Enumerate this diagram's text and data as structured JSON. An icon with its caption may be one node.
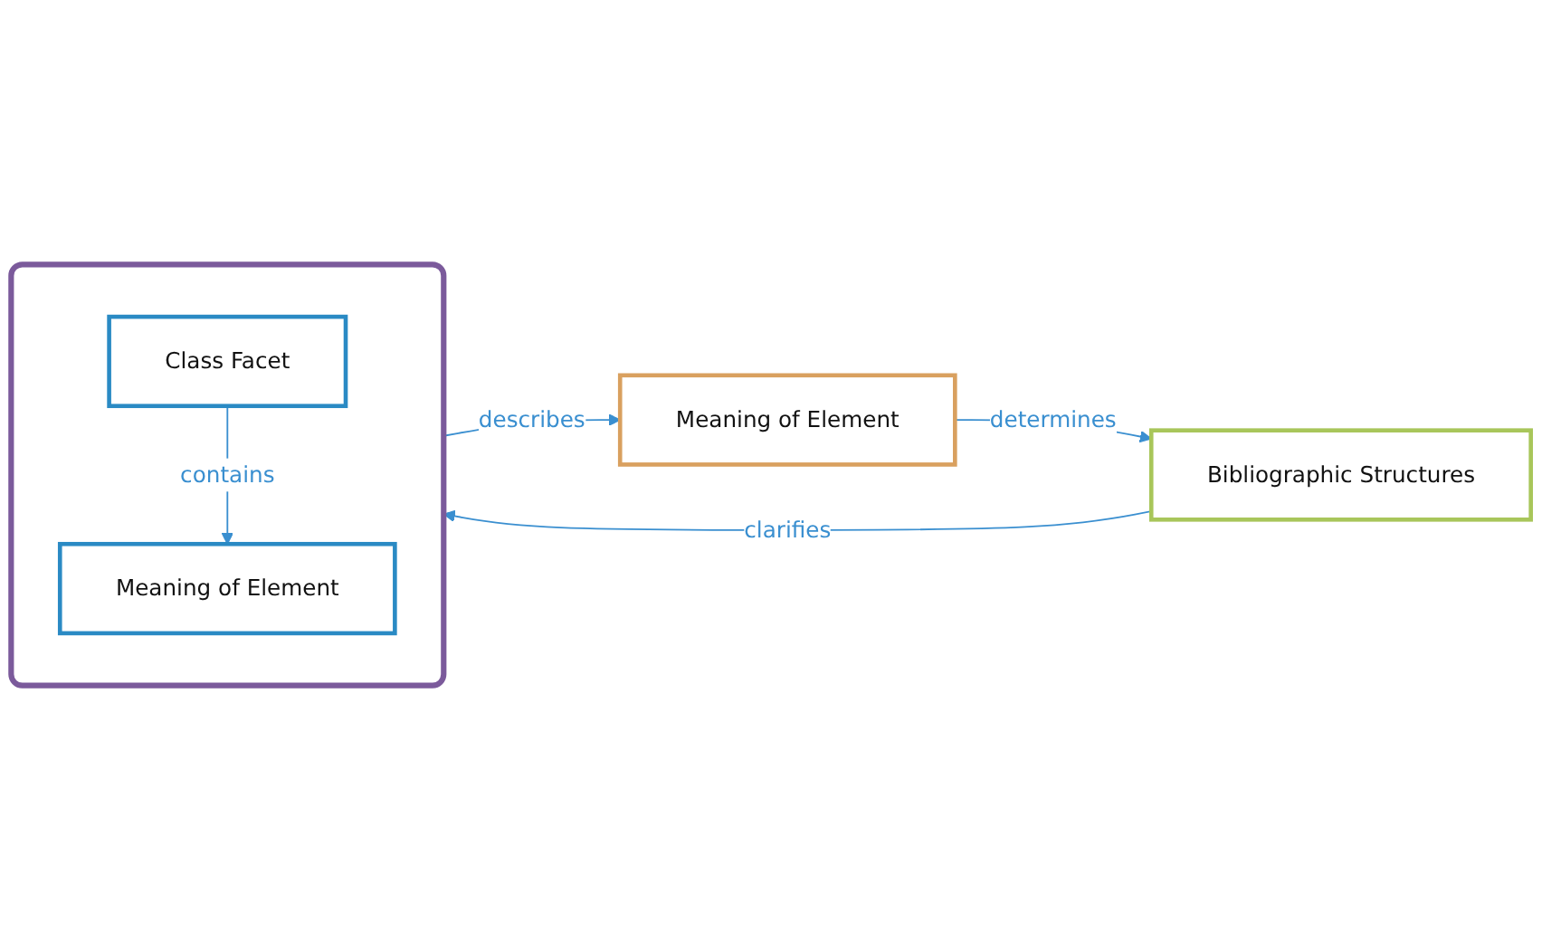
{
  "diagram": {
    "nodes": [
      {
        "text": [],
        "shape": "box"
      },
      {
        "text": [
          "Class Facet"
        ],
        "in": 0
      },
      {
        "text": [
          "Meaning of Element"
        ],
        "in": 0
      },
      {
        "text": [
          "Bibliographic Structures"
        ]
      },
      {
        "text": [
          "Meaning of Element"
        ]
      }
    ],
    "edges": [
      {
        "from": 1,
        "to": 2,
        "arrow": "to",
        "label": "contains"
      },
      {
        "from": 3,
        "to": 0,
        "arrow": "to",
        "label": "clarifies"
      },
      {
        "from": 0,
        "to": 4,
        "arrow": "to",
        "label": "describes"
      },
      {
        "from": 4,
        "to": 3,
        "arrow": "to",
        "label": "determines"
      }
    ]
  }
}
